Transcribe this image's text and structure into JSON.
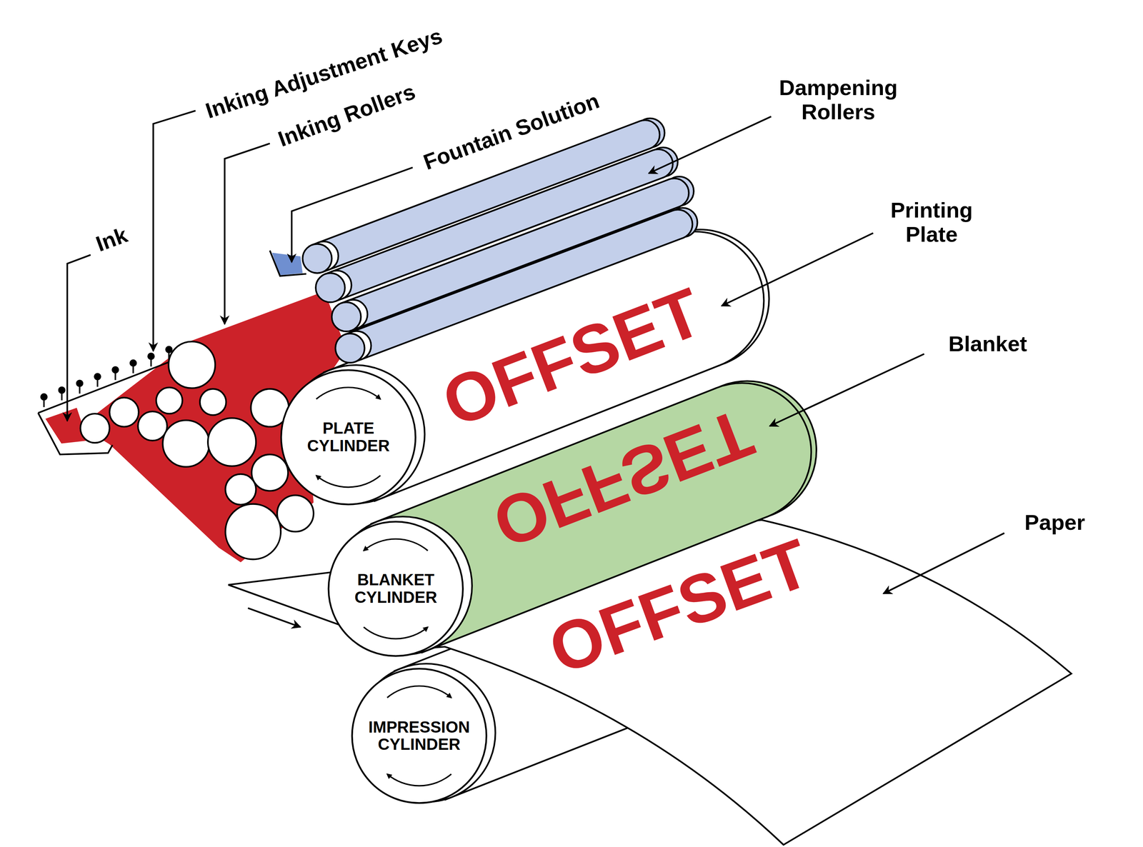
{
  "diagram": {
    "nodes": [
      {
        "text": [
          "PLATE CYLINDER"
        ]
      },
      {
        "text": [
          "BLANKET CYLINDER"
        ]
      },
      {
        "text": [
          "IMPRESSION CYLINDER"
        ]
      }
    ],
    "labels": [
      "Inking Adjustment Keys",
      "Inking Rollers",
      "Fountain Solution",
      "Dampening Rollers",
      "Ink",
      "Printing Plate",
      "OFFSET",
      "Blanket",
      "OFFSET",
      "Paper",
      "OFFSET"
    ]
  }
}
